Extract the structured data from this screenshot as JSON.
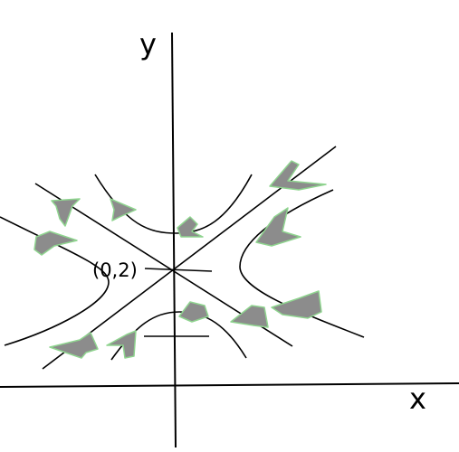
{
  "labels": {
    "y_axis": "y",
    "x_axis": "x",
    "point": "(0,2)"
  },
  "colors": {
    "stroke": "#000000",
    "arrow_fill": "#8c8c8c",
    "arrow_outline": "#8fd48f",
    "background": "#ffffff"
  }
}
